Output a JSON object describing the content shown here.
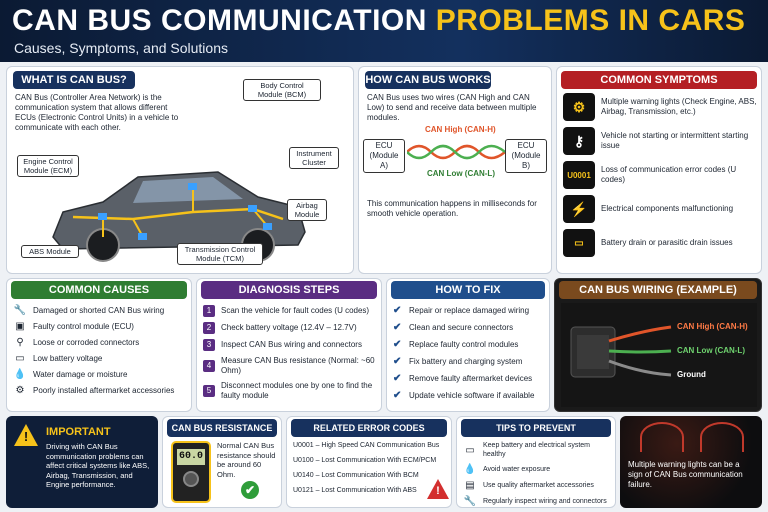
{
  "header": {
    "title_a": "CAN BUS COMMUNICATION ",
    "title_b": "PROBLEMS IN CARS",
    "subtitle": "Causes, Symptoms, and Solutions"
  },
  "what": {
    "title": "WHAT IS CAN BUS?",
    "desc": "CAN Bus (Controller Area Network) is the communication system that allows different ECUs (Electronic Control Units) in a vehicle to communicate with each other.",
    "labels": {
      "bcm": "Body Control Module (BCM)",
      "ecm": "Engine Control Module (ECM)",
      "cluster": "Instrument Cluster",
      "airbag": "Airbag Module",
      "abs": "ABS Module",
      "tcm": "Transmission Control Module (TCM)"
    }
  },
  "how": {
    "title": "HOW CAN BUS WORKS",
    "desc": "CAN Bus uses two wires (CAN High and CAN Low) to send and receive data between multiple modules.",
    "ecu_a": "ECU (Module A)",
    "ecu_b": "ECU (Module B)",
    "can_high": "CAN High (CAN-H)",
    "can_low": "CAN Low (CAN-L)",
    "note": "This communication happens in milliseconds for smooth vehicle operation."
  },
  "symptoms": {
    "title": "COMMON SYMPTOMS",
    "items": [
      {
        "icon": "check-engine-icon",
        "text": "Multiple warning lights (Check Engine, ABS, Airbag, Transmission, etc.)"
      },
      {
        "icon": "key-icon",
        "text": "Vehicle not starting or intermittent starting issue"
      },
      {
        "icon": "u-code-icon",
        "text": "Loss of communication error codes (U codes)"
      },
      {
        "icon": "lightning-icon",
        "text": "Electrical components malfunctioning"
      },
      {
        "icon": "battery-icon",
        "text": "Battery drain or parasitic drain issues"
      }
    ]
  },
  "causes": {
    "title": "COMMON CAUSES",
    "items": [
      {
        "icon": "wrench-icon",
        "text": "Damaged or shorted CAN Bus wiring"
      },
      {
        "icon": "module-icon",
        "text": "Faulty control module (ECU)"
      },
      {
        "icon": "connector-icon",
        "text": "Loose or corroded connectors"
      },
      {
        "icon": "battery-icon",
        "text": "Low battery voltage"
      },
      {
        "icon": "water-drop-icon",
        "text": "Water damage or moisture"
      },
      {
        "icon": "gear-icon",
        "text": "Poorly installed aftermarket accessories"
      }
    ]
  },
  "diagnosis": {
    "title": "DIAGNOSIS STEPS",
    "steps": [
      {
        "n": "1",
        "text": "Scan the vehicle for fault codes (U codes)"
      },
      {
        "n": "2",
        "text": "Check battery voltage (12.4V – 12.7V)"
      },
      {
        "n": "3",
        "text": "Inspect CAN Bus wiring and connectors"
      },
      {
        "n": "4",
        "text": "Measure CAN Bus resistance (Normal: ~60 Ohm)"
      },
      {
        "n": "5",
        "text": "Disconnect modules one by one to find the faulty module"
      }
    ]
  },
  "fix": {
    "title": "HOW TO FIX",
    "items": [
      "Repair or replace damaged wiring",
      "Clean and secure connectors",
      "Replace faulty control modules",
      "Fix battery and charging system",
      "Remove faulty aftermarket devices",
      "Update vehicle software if available"
    ]
  },
  "wiring": {
    "title": "CAN BUS WIRING (EXAMPLE)",
    "high": "CAN High (CAN-H)",
    "low": "CAN Low (CAN-L)",
    "ground": "Ground"
  },
  "important": {
    "title": "IMPORTANT",
    "text": "Driving with CAN Bus communication problems can affect critical systems like ABS, Airbag, Transmission, and Engine performance."
  },
  "resistance": {
    "title": "CAN BUS RESISTANCE",
    "reading": "60.0",
    "text": "Normal CAN Bus resistance should be around 60 Ohm."
  },
  "codes": {
    "title": "RELATED ERROR CODES",
    "items": [
      "U0001 – High Speed CAN Communication Bus",
      "U0100 – Lost Communication With ECM/PCM",
      "U0140 – Lost Communication With BCM",
      "U0121 – Lost Communication With ABS"
    ]
  },
  "tips": {
    "title": "TIPS TO PREVENT",
    "items": [
      {
        "icon": "battery-icon",
        "text": "Keep battery and electrical system healthy"
      },
      {
        "icon": "water-drop-icon",
        "text": "Avoid water exposure"
      },
      {
        "icon": "device-icon",
        "text": "Use quality aftermarket accessories"
      },
      {
        "icon": "wrench-icon",
        "text": "Regularly inspect wiring and connectors"
      }
    ]
  },
  "dash": {
    "text": "Multiple warning lights can be a sign of CAN Bus communication failure."
  },
  "colors": {
    "navy": "#17315e",
    "accent": "#f6c21a",
    "red": "#b41f24",
    "green": "#2f7d32",
    "purple": "#5a2d82",
    "blue": "#1f4e8c",
    "brown": "#7a4a1e",
    "can_high": "#e0552a",
    "can_low": "#4caf50"
  }
}
